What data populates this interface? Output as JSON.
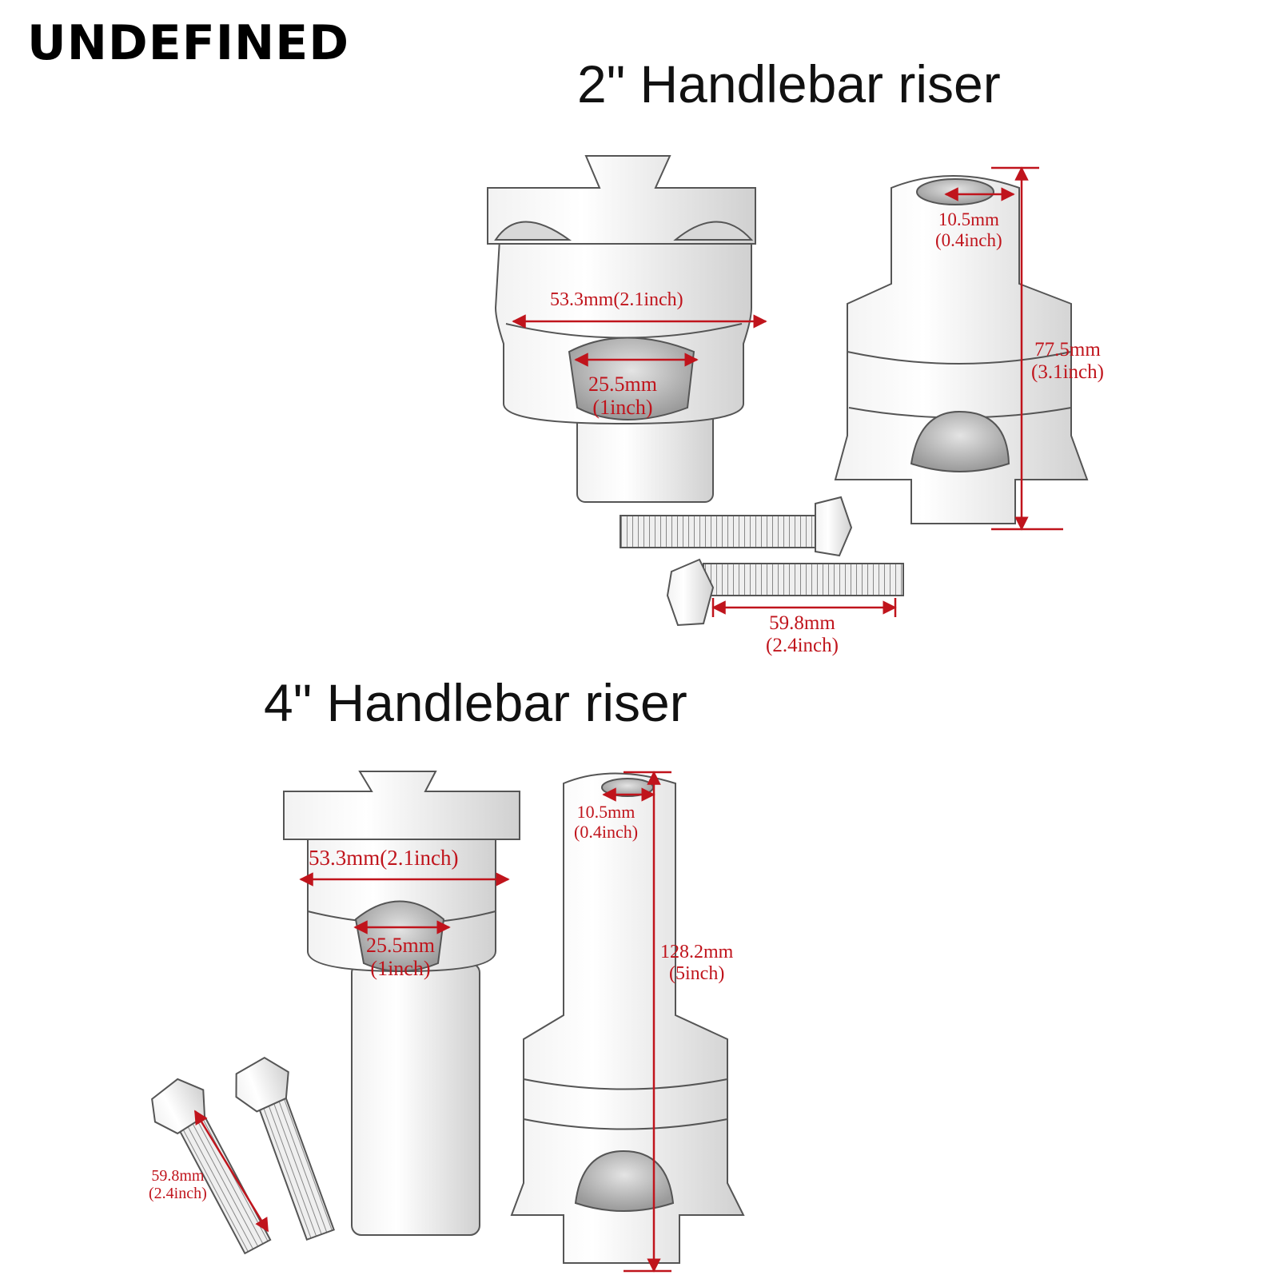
{
  "brand": "UNDEFINED",
  "riser_2in": {
    "title": "2\" Handlebar riser",
    "width": "53.3mm(2.1inch)",
    "clamp": {
      "mm": "25.5mm",
      "in": "(1inch)"
    },
    "hole": {
      "mm": "10.5mm",
      "in": "(0.4inch)"
    },
    "height": {
      "mm": "77.5mm",
      "in": "(3.1inch)"
    },
    "bolt": {
      "mm": "59.8mm",
      "in": "(2.4inch)"
    }
  },
  "riser_4in": {
    "title": "4\" Handlebar riser",
    "width": "53.3mm(2.1inch)",
    "clamp": {
      "mm": "25.5mm",
      "in": "(1inch)"
    },
    "hole": {
      "mm": "10.5mm",
      "in": "(0.4inch)"
    },
    "height": {
      "mm": "128.2mm",
      "in": "(5inch)"
    },
    "bolt": {
      "mm": "59.8mm",
      "in": "(2.4inch)"
    }
  },
  "colors": {
    "dimension": "#c0141c",
    "outline": "#555555"
  }
}
